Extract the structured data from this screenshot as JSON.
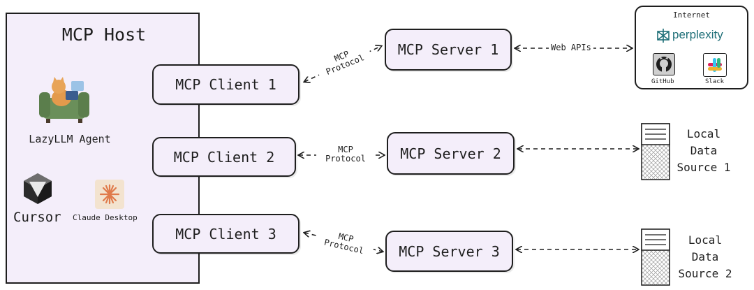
{
  "host": {
    "title": "MCP Host",
    "apps": {
      "lazyllm": "LazyLLM Agent",
      "cursor": "Cursor",
      "claude": "Claude Desktop"
    }
  },
  "clients": [
    "MCP Client 1",
    "MCP Client 2",
    "MCP Client 3"
  ],
  "servers": [
    "MCP Server 1",
    "MCP Server 2",
    "MCP Server 3"
  ],
  "protocol": {
    "line1": "MCP",
    "line2": "Protocol"
  },
  "web_apis": "Web APIs",
  "internet": {
    "title": "Internet",
    "perplexity": "perplexity",
    "github": "GitHub",
    "slack": "Slack"
  },
  "data_sources": [
    {
      "l1": "Local",
      "l2": "Data",
      "l3": "Source 1"
    },
    {
      "l1": "Local",
      "l2": "Data",
      "l3": "Source 2"
    }
  ],
  "colors": {
    "box_fill": "#f4eefa",
    "stroke": "#1e1e1e",
    "claude": "#e07a4a",
    "perplexity": "#1f6f78"
  }
}
